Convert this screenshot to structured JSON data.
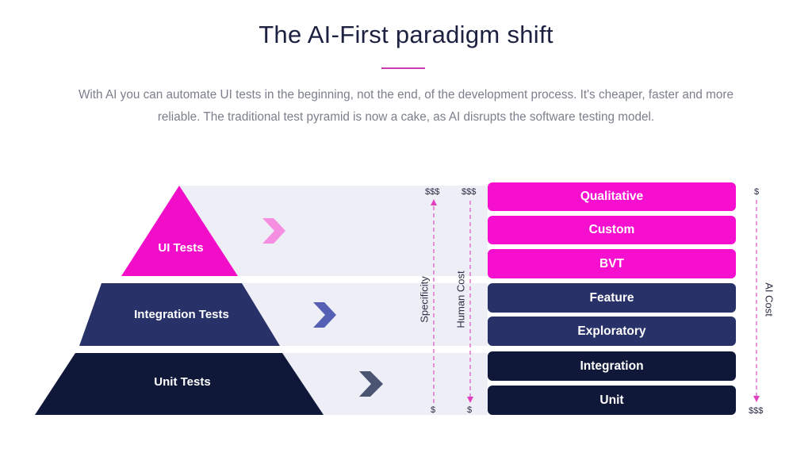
{
  "header": {
    "title": "The AI-First paradigm shift",
    "description": "With AI you can automate UI tests in the beginning, not the end, of the development process. It's cheaper, faster and more reliable. The traditional test pyramid is now a cake, as AI disrupts the software testing model."
  },
  "pyramid": {
    "levels": [
      {
        "label": "UI Tests",
        "color": "#f20dc8"
      },
      {
        "label": "Integration Tests",
        "color": "#283168"
      },
      {
        "label": "Unit Tests",
        "color": "#10183a"
      }
    ]
  },
  "axes": {
    "specificity": {
      "label": "Specificity",
      "top": "$$$",
      "bottom": "$"
    },
    "human_cost": {
      "label": "Human Cost",
      "top": "$$$",
      "bottom": "$"
    },
    "ai_cost": {
      "label": "AI Cost",
      "top": "$",
      "bottom": "$$$"
    }
  },
  "cake": {
    "layers": [
      {
        "label": "Qualitative",
        "color": "#f70fcf"
      },
      {
        "label": "Custom",
        "color": "#f70fcf"
      },
      {
        "label": "BVT",
        "color": "#f70fcf"
      },
      {
        "label": "Feature",
        "color": "#283168"
      },
      {
        "label": "Exploratory",
        "color": "#283168"
      },
      {
        "label": "Integration",
        "color": "#10183a"
      },
      {
        "label": "Unit",
        "color": "#10183a"
      }
    ]
  },
  "colors": {
    "accent": "#c83cae",
    "band": "#eeeef6"
  }
}
